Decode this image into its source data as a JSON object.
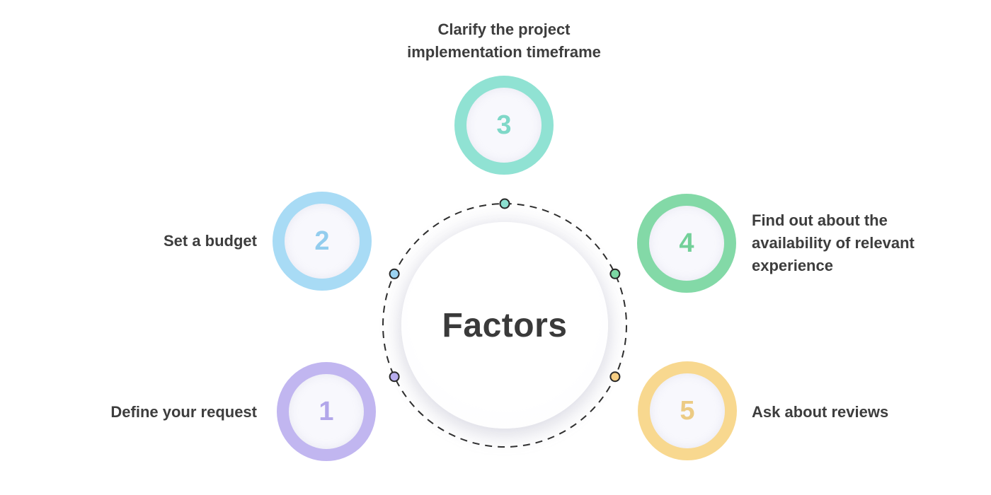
{
  "background_color": "#ffffff",
  "center": {
    "title": "Factors",
    "title_color": "#3a3a3a",
    "dashed_ring_color": "#2e2e2e"
  },
  "label_color": "#3d3d3d",
  "items": [
    {
      "number": "1",
      "label": "Define your request",
      "lines": [
        "Define your request"
      ],
      "ring_color": "#c1b6f0",
      "number_color": "#b2a6ea",
      "dot_color": "#b9aeef"
    },
    {
      "number": "2",
      "label": "Set a budget",
      "lines": [
        "Set a budget"
      ],
      "ring_color": "#a8dbf5",
      "number_color": "#93cdee",
      "dot_color": "#9cd4f2"
    },
    {
      "number": "3",
      "label": "Clarify the project implementation timeframe",
      "lines": [
        "Clarify the project",
        "implementation timeframe"
      ],
      "ring_color": "#90e2d3",
      "number_color": "#7fd8c8",
      "dot_color": "#8ce0d0"
    },
    {
      "number": "4",
      "label": "Find out about the availability of relevant experience",
      "lines": [
        "Find out about the",
        "availability of relevant",
        "experience"
      ],
      "ring_color": "#83d9a7",
      "number_color": "#73d099",
      "dot_color": "#7cd8a4"
    },
    {
      "number": "5",
      "label": "Ask about reviews",
      "lines": [
        "Ask about reviews"
      ],
      "ring_color": "#f8d88f",
      "number_color": "#eccb84",
      "dot_color": "#f8d084"
    }
  ]
}
